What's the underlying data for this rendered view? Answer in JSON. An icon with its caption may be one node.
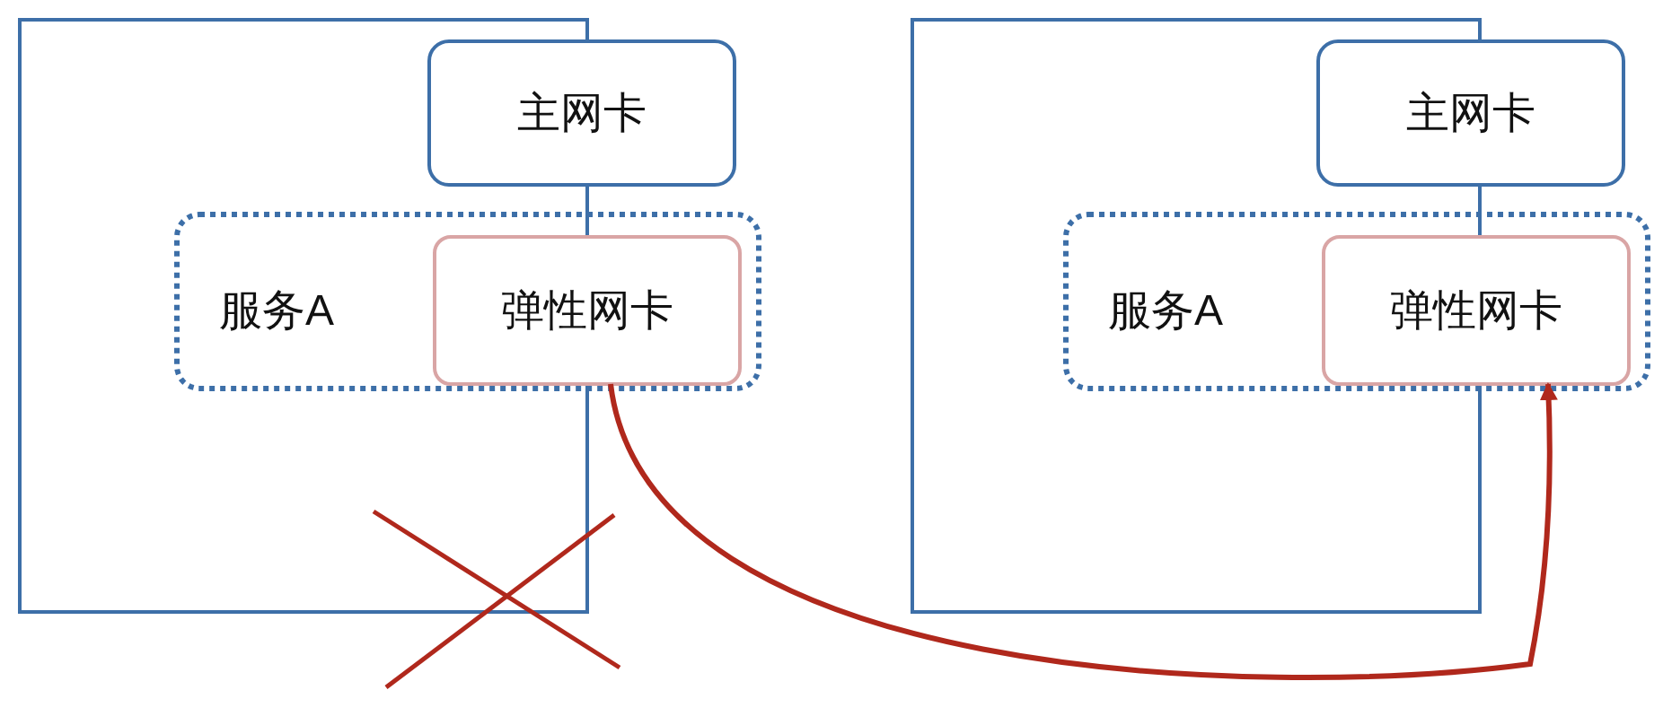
{
  "diagram": {
    "nodes": [
      {
        "text": [],
        "shape": "box"
      },
      {
        "text": [
          "主网卡"
        ]
      },
      {
        "text": [
          "服务A"
        ]
      },
      {
        "text": [
          "弹性网卡"
        ],
        "in": 2
      },
      {
        "text": [],
        "shape": "box"
      },
      {
        "text": [
          "主网卡"
        ]
      },
      {
        "text": [
          "服务A"
        ]
      },
      {
        "text": [
          "弹性网卡"
        ],
        "in": 6
      }
    ],
    "edges": [
      {
        "from": 3,
        "to": 7,
        "arrow": "to",
        "color": "#b0281c"
      }
    ]
  }
}
